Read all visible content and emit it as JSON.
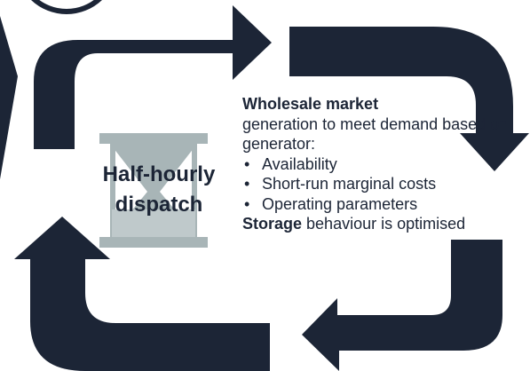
{
  "colors": {
    "arrow": "#1c2536",
    "hourglass": "#a8b5b7",
    "text": "#1c2536"
  },
  "cycle_label": {
    "line1": "Half-hourly",
    "line2": "dispatch"
  },
  "description": {
    "heading_bold": "Wholesale market",
    "heading_rest": "generation to meet demand based on generator:",
    "bullets": [
      "Availability",
      "Short-run marginal costs",
      "Operating parameters"
    ],
    "storage_bold": "Storage",
    "storage_rest": " behaviour is optimised"
  },
  "icons": {
    "hourglass": "hourglass-icon",
    "bullet_glyph": "•"
  }
}
